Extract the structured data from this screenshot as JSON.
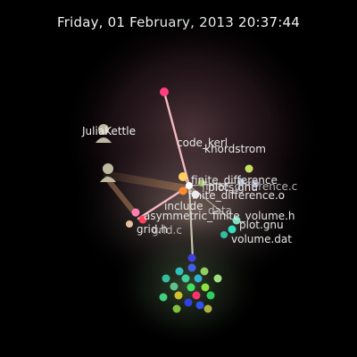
{
  "header": {
    "datetime": "Friday, 01 February, 2013 20:37:44"
  },
  "users": [
    {
      "name": "JuliaKettle"
    },
    {
      "name": ""
    }
  ],
  "file_labels": [
    "code_kerl",
    "khordstrom",
    "finite_difference",
    "plots.gnu",
    "finite_difference.o",
    "finite_difference.c",
    "include",
    "data",
    "asymmetric_finite_volume.h",
    "grid.h",
    "grid.c",
    "plot.gnu",
    "volume.dat"
  ],
  "colors": {
    "background": "#000000",
    "glow": "#a0707f",
    "edge_main": "#f0b0b8",
    "edge_grey": "#b8b8a8",
    "edge_beam": "#c89060"
  }
}
